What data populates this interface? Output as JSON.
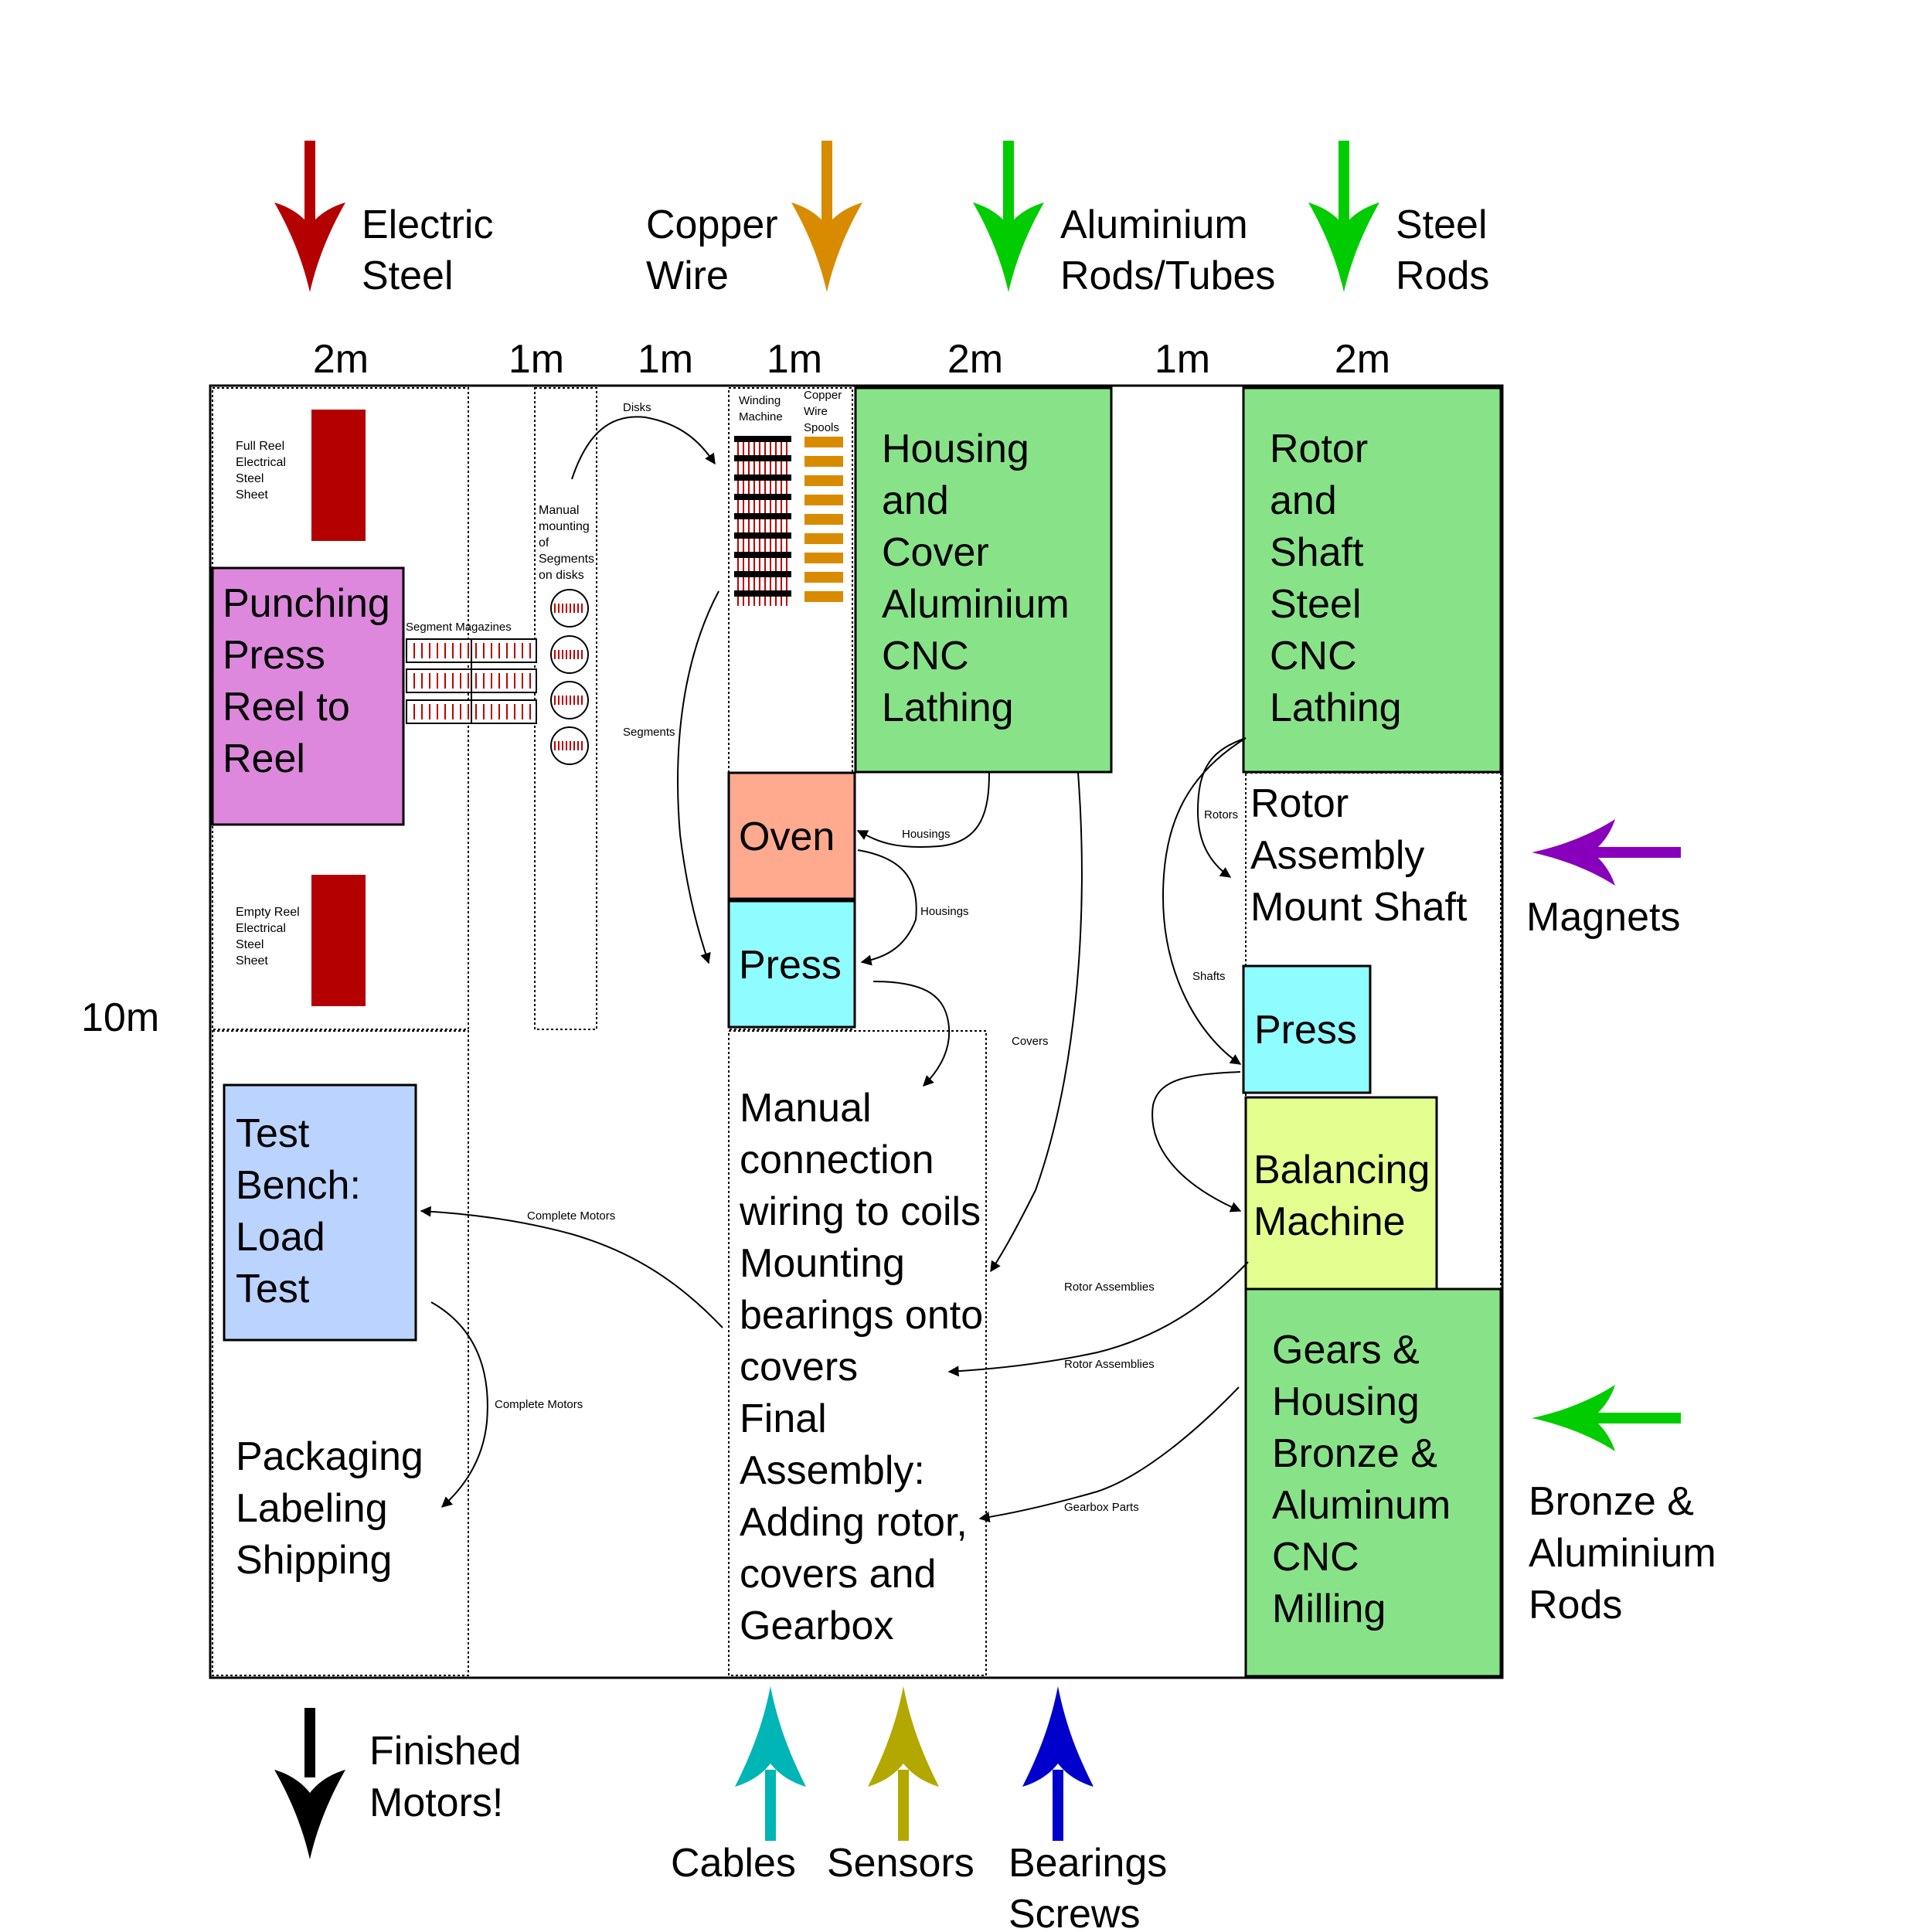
{
  "inputs_top": [
    {
      "lines": [
        "Electric",
        "Steel"
      ],
      "color": "#b40000"
    },
    {
      "lines": [
        "Copper",
        "Wire"
      ],
      "color": "#d98b00"
    },
    {
      "lines": [
        "Aluminium",
        "Rods/Tubes"
      ],
      "color": "#00cc00"
    },
    {
      "lines": [
        "Steel",
        "Rods"
      ],
      "color": "#00cc00"
    }
  ],
  "inputs_right": [
    {
      "lines": [
        "Magnets"
      ],
      "color": "#8800bb"
    },
    {
      "lines": [
        "Bronze &",
        "Aluminium",
        "Rods"
      ],
      "color": "#00cc00"
    }
  ],
  "inputs_bottom": [
    {
      "lines": [
        "Cables"
      ],
      "color": "#00b5b5"
    },
    {
      "lines": [
        "Sensors"
      ],
      "color": "#b3a800"
    },
    {
      "lines": [
        "Bearings",
        "Screws"
      ],
      "color": "#0000cc"
    }
  ],
  "output_bottom": {
    "lines": [
      "Finished",
      "Motors!"
    ],
    "color": "#000000"
  },
  "dimensions": {
    "columns": [
      "2m",
      "1m",
      "1m",
      "1m",
      "2m",
      "1m",
      "2m"
    ],
    "height": "10m"
  },
  "stations": {
    "punching_press": {
      "lines": [
        "Punching",
        "Press",
        "Reel to",
        "Reel"
      ],
      "color": "#dd88dd"
    },
    "housing_cnc": {
      "lines": [
        "Housing",
        "and",
        "Cover",
        "Aluminium",
        "CNC",
        "Lathing"
      ],
      "color": "#88e388"
    },
    "rotor_cnc": {
      "lines": [
        "Rotor",
        "and",
        "Shaft",
        "Steel",
        "CNC",
        "Lathing"
      ],
      "color": "#88e388"
    },
    "oven": {
      "lines": [
        "Oven"
      ],
      "color": "#ffa98f"
    },
    "press_left": {
      "lines": [
        "Press"
      ],
      "color": "#8ffcff"
    },
    "press_right": {
      "lines": [
        "Press"
      ],
      "color": "#8ffcff"
    },
    "rotor_assembly": {
      "lines": [
        "Rotor",
        "Assembly",
        "Mount Shaft"
      ]
    },
    "balancing": {
      "lines": [
        "Balancing",
        "Machine"
      ],
      "color": "#e2ff8f"
    },
    "gears_cnc": {
      "lines": [
        "Gears &",
        "Housing",
        "Bronze &",
        "Aluminum",
        "CNC",
        "Milling"
      ],
      "color": "#88e388"
    },
    "test_bench": {
      "lines": [
        "Test",
        "Bench:",
        "Load",
        "Test"
      ],
      "color": "#bbd3ff"
    },
    "packaging": {
      "lines": [
        "Packaging",
        "Labeling",
        "Shipping"
      ]
    },
    "final_assembly": {
      "lines": [
        "Manual",
        "connection",
        "wiring to coils",
        "Mounting",
        "bearings onto",
        "covers",
        "Final",
        "Assembly:",
        "Adding rotor,",
        "covers and",
        "Gearbox"
      ]
    }
  },
  "small_labels": {
    "full_reel": [
      "Full Reel",
      "Electrical",
      "Steel",
      "Sheet"
    ],
    "empty_reel": [
      "Empty Reel",
      "Electrical",
      "Steel",
      "Sheet"
    ],
    "segment_magazines": "Segment Magazines",
    "manual_mounting": [
      "Manual",
      "mounting",
      "of",
      "Segments",
      "on disks"
    ],
    "winding_machine": [
      "Winding",
      "Machine"
    ],
    "copper_spools": [
      "Copper",
      "Wire",
      "Spools"
    ]
  },
  "flows": {
    "disks": "Disks",
    "segments": "Segments",
    "housings_1": "Housings",
    "housings_2": "Housings",
    "covers": "Covers",
    "rotors": "Rotors",
    "shafts": "Shafts",
    "rotor_assemblies_1": "Rotor Assemblies",
    "rotor_assemblies_2": "Rotor Assemblies",
    "gearbox_parts": "Gearbox Parts",
    "complete_motors_1": "Complete Motors",
    "complete_motors_2": "Complete Motors"
  }
}
